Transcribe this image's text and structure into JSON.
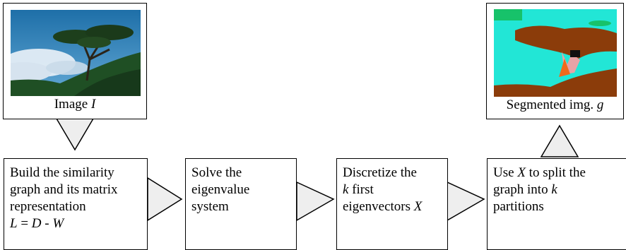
{
  "input_image": {
    "caption_text": "Image ",
    "caption_var": "I"
  },
  "output_image": {
    "caption_text": "Segmented img. ",
    "caption_var": "g"
  },
  "steps": [
    {
      "line1": "Build the similarity",
      "line2": "graph and its matrix",
      "line3": "representation",
      "formula": {
        "a": "L",
        "eq": " = ",
        "b": "D",
        "minus": " - ",
        "c": "W"
      }
    },
    {
      "line1": "Solve the",
      "line2": "eigenvalue",
      "line3": "system"
    },
    {
      "line1": "Discretize the",
      "line2_var": "k",
      "line2_text": " first",
      "line3_text": "eigenvectors ",
      "line3_var": "X"
    },
    {
      "line1_text": "Use ",
      "line1_var": "X",
      "line1_rest": " to split the",
      "line2_text": "graph into ",
      "line2_var": "k",
      "line3": "partitions"
    }
  ],
  "colors": {
    "sky": "#2a8cc4",
    "cloud": "#e4edf5",
    "foliage": "#1f4f24",
    "seg_cyan": "#22e6d6",
    "seg_brown": "#8b3c0a",
    "seg_green": "#17c26a",
    "seg_pink": "#e8a3a6",
    "seg_orange": "#f06a1c",
    "seg_black": "#111111",
    "arrow_fill": "#eeeeee"
  }
}
